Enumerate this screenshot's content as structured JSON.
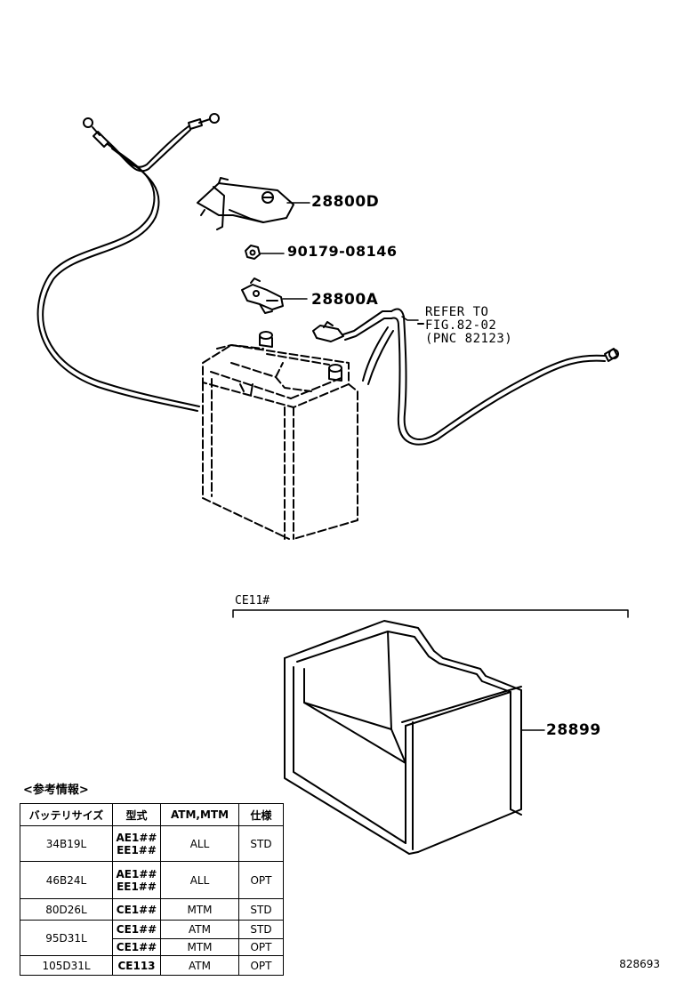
{
  "callouts": {
    "cover": "28800D",
    "nut": "90179-08146",
    "terminal": "28800A",
    "tray": "28899"
  },
  "refer_note": [
    "REFER TO",
    "FIG.82-02",
    "(PNC 82123)"
  ],
  "tray_condition": "CE11#",
  "reference_info": {
    "title": "<参考情報>",
    "headers": [
      "バッテリサイズ",
      "型式",
      "ATM,MTM",
      "仕様"
    ],
    "rows": [
      {
        "size": "34B19L",
        "models": [
          "AE1##",
          "EE1##"
        ],
        "trans": "ALL",
        "spec": "STD"
      },
      {
        "size": "46B24L",
        "models": [
          "AE1##",
          "EE1##"
        ],
        "trans": "ALL",
        "spec": "OPT"
      },
      {
        "size": "80D26L",
        "models": [
          "CE1##"
        ],
        "trans": "MTM",
        "spec": "STD"
      },
      {
        "size": "95D31L",
        "models": [
          "CE1##"
        ],
        "trans": "ATM",
        "spec": "STD"
      },
      {
        "size": "",
        "models": [
          "CE1##"
        ],
        "trans": "MTM",
        "spec": "OPT"
      },
      {
        "size": "105D31L",
        "models": [
          "CE113"
        ],
        "trans": "ATM",
        "spec": "OPT"
      }
    ]
  },
  "diagram_id": "828693"
}
